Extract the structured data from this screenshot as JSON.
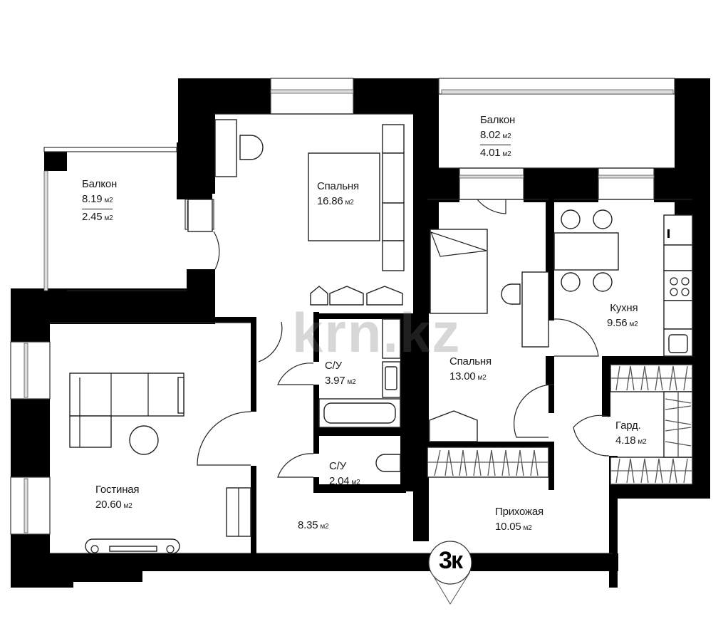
{
  "plan": {
    "apartment_type_badge": "3к",
    "area_unit": "м2",
    "watermark": "krn.kz",
    "rooms": [
      {
        "id": "balcony-left",
        "name": "Балкон",
        "area": "8.19",
        "area_reduced": "2.45"
      },
      {
        "id": "bedroom-1",
        "name": "Спальня",
        "area": "16.86"
      },
      {
        "id": "balcony-right",
        "name": "Балкон",
        "area": "8.02",
        "area_reduced": "4.01"
      },
      {
        "id": "kitchen",
        "name": "Кухня",
        "area": "9.56"
      },
      {
        "id": "bathroom-1",
        "name": "С/У",
        "area": "3.97"
      },
      {
        "id": "bedroom-2",
        "name": "Спальня",
        "area": "13.00"
      },
      {
        "id": "wardrobe",
        "name": "Гард.",
        "area": "4.18"
      },
      {
        "id": "bathroom-2",
        "name": "С/У",
        "area": "2.04"
      },
      {
        "id": "living-room",
        "name": "Гостиная",
        "area": "20.60"
      },
      {
        "id": "corridor",
        "name": "",
        "area": "8.35"
      },
      {
        "id": "hallway",
        "name": "Прихожая",
        "area": "10.05"
      }
    ]
  }
}
